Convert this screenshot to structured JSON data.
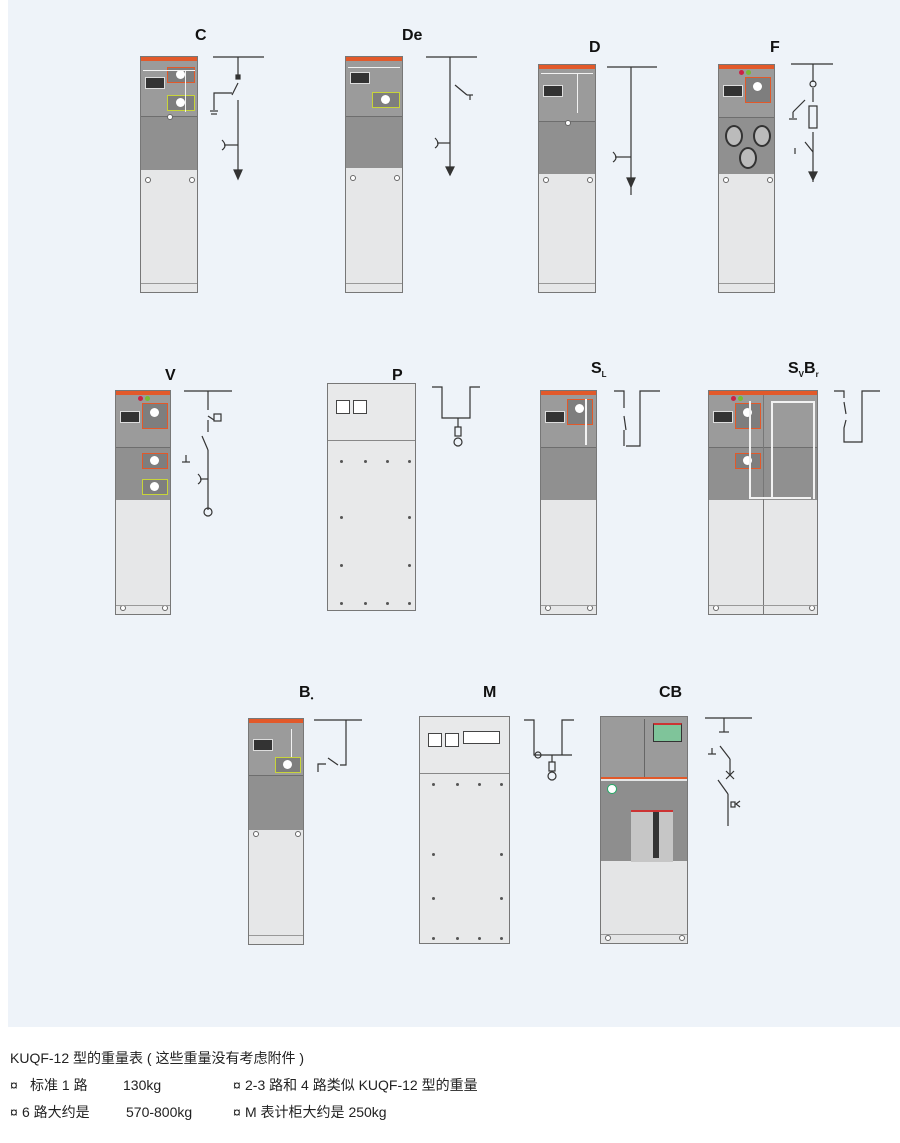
{
  "units": [
    {
      "id": "C",
      "label": "C"
    },
    {
      "id": "De",
      "label": "De"
    },
    {
      "id": "D",
      "label": "D"
    },
    {
      "id": "F",
      "label": "F"
    },
    {
      "id": "V",
      "label": "V"
    },
    {
      "id": "P",
      "label": "P"
    },
    {
      "id": "SL",
      "label": "S",
      "sub": "L"
    },
    {
      "id": "SvBr",
      "label": "S",
      "sub": "V",
      "label2": "B",
      "sub2": "r"
    },
    {
      "id": "B",
      "label": "B",
      "sub": "•"
    },
    {
      "id": "M",
      "label": "M"
    },
    {
      "id": "CB",
      "label": "CB"
    }
  ],
  "notes": {
    "title": "KUQF-12 型的重量表 ( 这些重量没有考虑附件 )",
    "bullet": "¤",
    "items": [
      {
        "text": "标准 1 路",
        "value": "130kg"
      },
      {
        "text": "2-3 路和 4 路类似 KUQF-12 型的重量",
        "value": ""
      },
      {
        "text": "6 路大约是",
        "value": "570-800kg"
      },
      {
        "text": "M 表计柜大约是 250kg",
        "value": ""
      }
    ]
  },
  "colors": {
    "background": "#eef3f9",
    "accent": "#e2592a",
    "panel_grey": "#9b9b9b"
  }
}
